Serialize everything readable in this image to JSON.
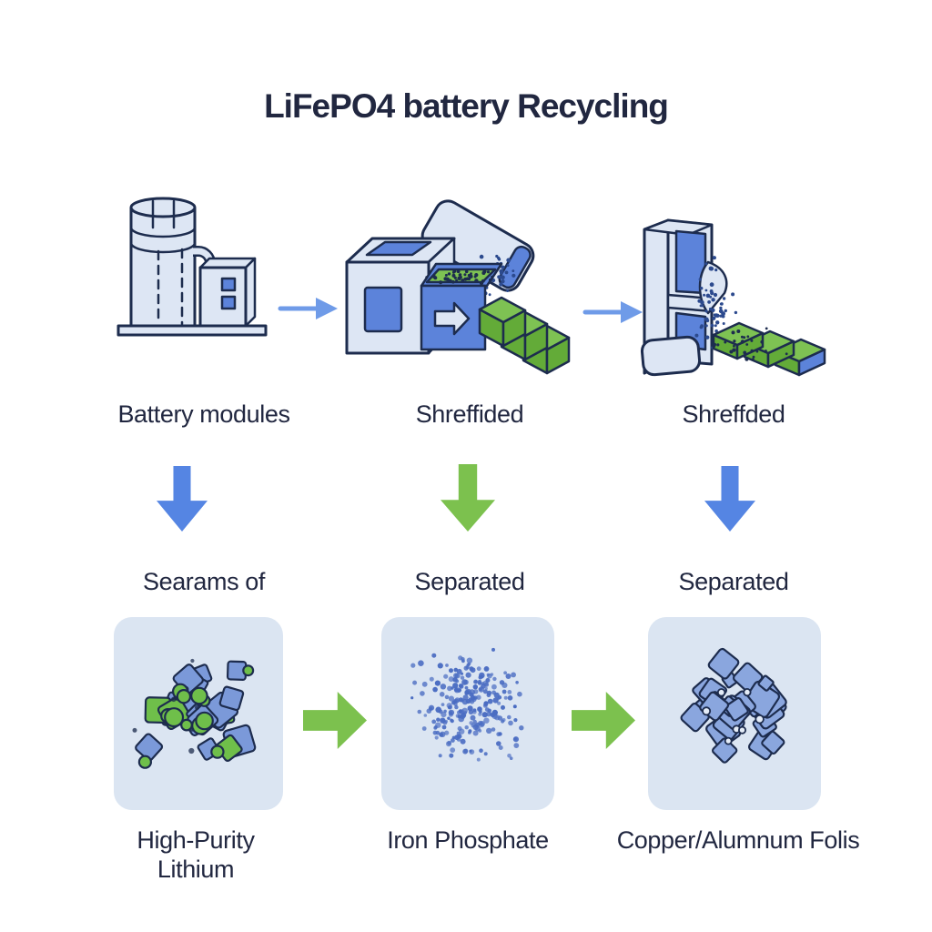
{
  "title": "LiFePO4 battery Recycling",
  "colors": {
    "text_dark": "#212740",
    "arrow_blue": "#5585e3",
    "arrow_green": "#7cc14e",
    "connector_blue": "#6f9be8",
    "panel_bg": "#dbe5f2",
    "machine_light": "#dde6f4",
    "machine_blue": "#5c83da",
    "machine_green": "#7ec253",
    "machine_green_dark": "#63ab38",
    "outline": "#1d2c4e",
    "chunk_blue": "#7b99d9",
    "chunk_green": "#6fbf4a",
    "particle_blue": "#4a6cc2",
    "particle_blue_light": "#8aa6de",
    "stream_dot": "#2c4a8e"
  },
  "stages": [
    {
      "machine": "battery-plant",
      "machine_label": "Battery modules",
      "down_arrow": "blue",
      "state_label": "Searams of",
      "panel_particles": "mixed-blue-green-chunks",
      "product_label": "High-Purity Lithium"
    },
    {
      "machine": "shredder",
      "machine_label": "Shreffided",
      "down_arrow": "green",
      "state_label": "Separated",
      "panel_particles": "fine-blue-dots",
      "product_label": "Iron Phosphate"
    },
    {
      "machine": "separator",
      "machine_label": "Shreffded",
      "down_arrow": "blue",
      "state_label": "Separated",
      "panel_particles": "blue-foil-flakes",
      "product_label": "Copper/Alumnum Folis"
    }
  ]
}
